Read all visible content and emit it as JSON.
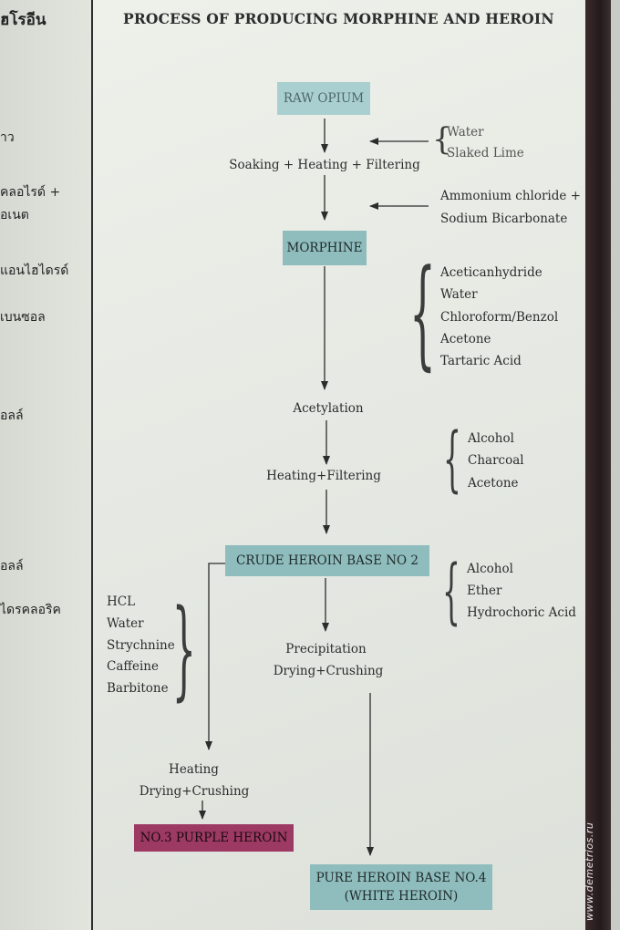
{
  "left_panel": {
    "thai_lines": [
      "ฮโรอีน",
      "าว",
      "คลอไรด์ +",
      "อเนต",
      "แอนไฮไดรด์",
      "เบนซอล",
      "อลล์",
      "อลล์",
      "ไดรคลอริค"
    ]
  },
  "title": "PROCESS OF  PRODUCING MORPHINE AND HEROIN",
  "nodes": {
    "raw_opium": "RAW OPIUM",
    "soaking": "Soaking + Heating + Filtering",
    "morphine": "MORPHINE",
    "acetylation": "Acetylation",
    "heating_filtering": "Heating+Filtering",
    "crude_base": "CRUDE HEROIN BASE  NO 2",
    "precipitation": "Precipitation",
    "drying_crushing_right": "Drying+Crushing",
    "heating_left": "Heating",
    "drying_crushing_left": "Drying+Crushing",
    "purple_heroin": "NO.3 PURPLE HEROIN",
    "pure_heroin_1": "PURE HEROIN BASE NO.4",
    "pure_heroin_2": "(WHITE HEROIN)"
  },
  "reagents": {
    "step1": [
      "Water",
      "Slaked Lime"
    ],
    "step2": [
      "Ammonium chloride +",
      "Sodium Bicarbonate"
    ],
    "step3": [
      "Aceticanhydride",
      "Water",
      "Chloroform/Benzol",
      "Acetone",
      "Tartaric Acid"
    ],
    "step4": [
      "Alcohol",
      "Charcoal",
      "Acetone"
    ],
    "step5": [
      "Alcohol",
      "Ether",
      "Hydrochoric Acid"
    ],
    "left_branch": [
      "HCL",
      "Water",
      "Strychnine",
      "Caffeine",
      "Barbitone"
    ]
  },
  "watermark": "www.demetrios.ru",
  "colors": {
    "teal_box": "#8fbcbd",
    "purple_box": "#9d3a63",
    "frame": "#2b2020"
  }
}
